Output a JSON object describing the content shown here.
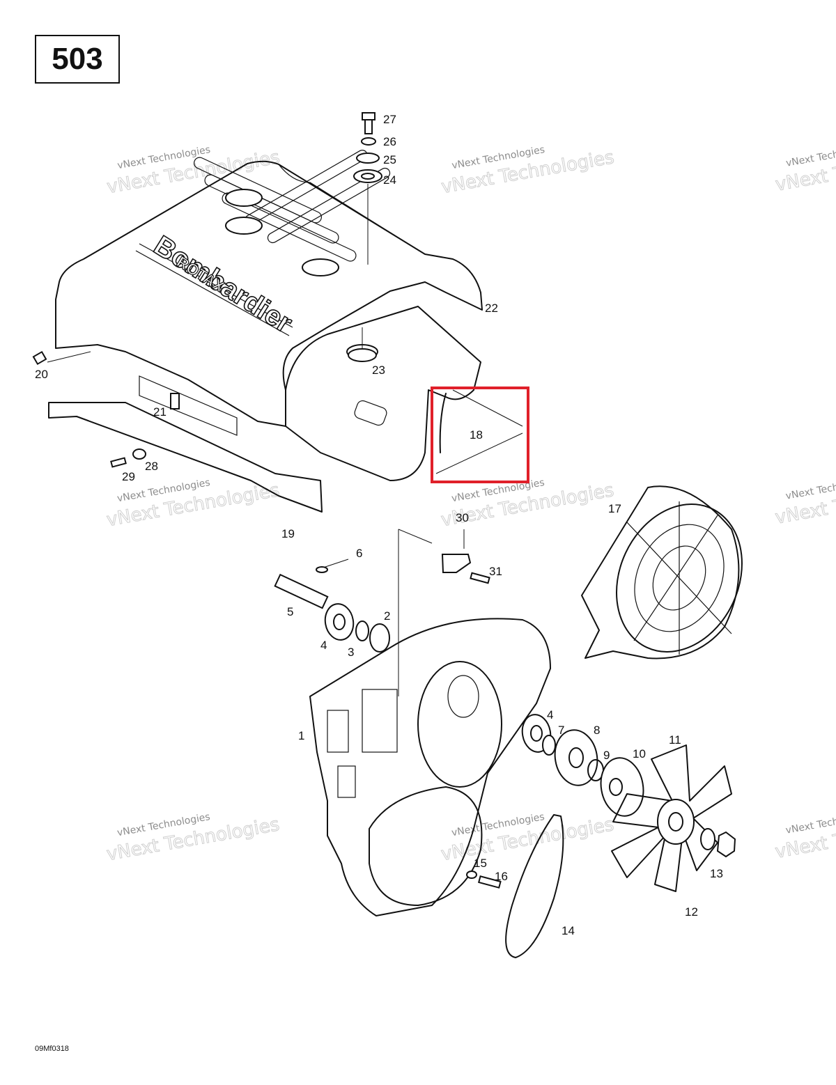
{
  "page_number": "503",
  "drawing_code": "09Mf0318",
  "logo_text": {
    "brand": "Bombardier",
    "sub": "ROTAX"
  },
  "watermark": {
    "line1": "vNext Technologies",
    "line2": "vNext Technologies"
  },
  "highlight_color": "#e0202a",
  "callouts": {
    "c1": "1",
    "c2": "2",
    "c3": "3",
    "c4a": "4",
    "c4b": "4",
    "c5": "5",
    "c6": "6",
    "c7": "7",
    "c8": "8",
    "c9": "9",
    "c10": "10",
    "c11": "11",
    "c12": "12",
    "c13": "13",
    "c14": "14",
    "c15": "15",
    "c16": "16",
    "c17": "17",
    "c18": "18",
    "c19": "19",
    "c20": "20",
    "c21": "21",
    "c22": "22",
    "c23": "23",
    "c24": "24",
    "c25": "25",
    "c26": "26",
    "c27": "27",
    "c28": "28",
    "c29": "29",
    "c30": "30",
    "c31": "31"
  }
}
